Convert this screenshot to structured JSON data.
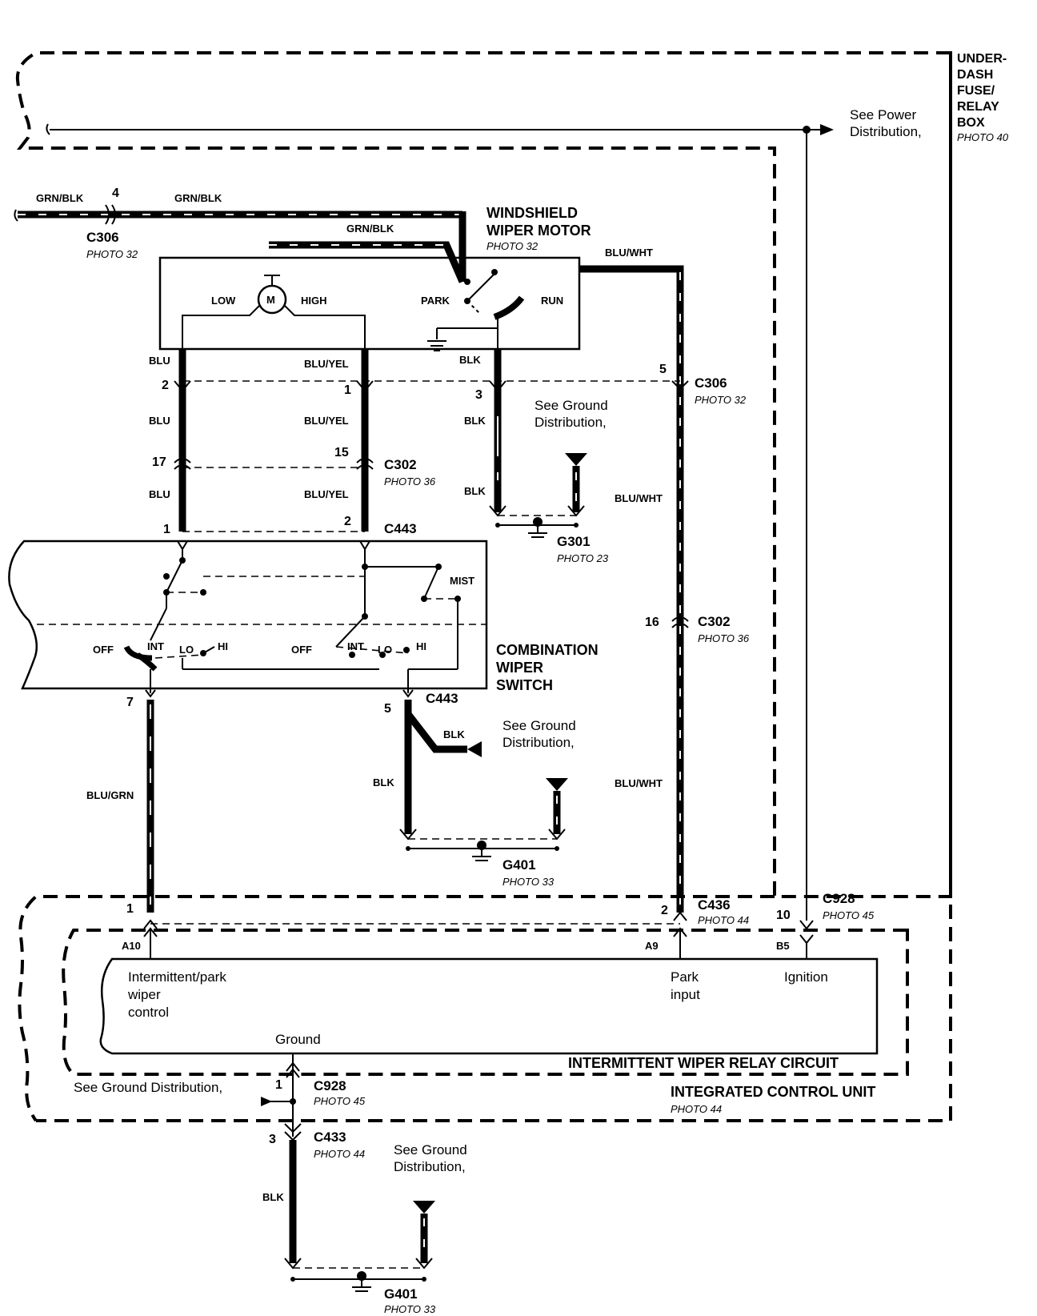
{
  "fuse_box": {
    "title_lines": [
      "UNDER-",
      "DASH",
      "FUSE/",
      "RELAY",
      "BOX"
    ],
    "photo": "PHOTO 40",
    "see_power_lines": [
      "See Power",
      "Distribution,"
    ]
  },
  "motor": {
    "title_lines": [
      "WINDSHIELD",
      "WIPER MOTOR"
    ],
    "photo": "PHOTO 32",
    "low": "LOW",
    "high": "HIGH",
    "m": "M",
    "park": "PARK",
    "run": "RUN"
  },
  "wires": {
    "grn_blk": "GRN/BLK",
    "blu_wht": "BLU/WHT",
    "blu": "BLU",
    "blu_yel": "BLU/YEL",
    "blk": "BLK",
    "blu_grn": "BLU/GRN"
  },
  "connectors": {
    "c306": "C306",
    "c302": "C302",
    "c443": "C443",
    "c436": "C436",
    "c928": "C928",
    "c433": "C433",
    "photo_32": "PHOTO 32",
    "photo_36": "PHOTO 36",
    "photo_44": "PHOTO 44",
    "photo_45": "PHOTO 45"
  },
  "pins": {
    "p4": "4",
    "p2": "2",
    "p1": "1",
    "p3": "3",
    "p5": "5",
    "p17": "17",
    "p15": "15",
    "p16": "16",
    "p7": "7",
    "p10": "10"
  },
  "grounds": {
    "g301": "G301",
    "g401": "G401",
    "photo_23": "PHOTO 23",
    "photo_33": "PHOTO 33",
    "see_ground_lines": [
      "See Ground",
      "Distribution,"
    ],
    "see_ground_inline": "See Ground Distribution,"
  },
  "switch": {
    "title_lines": [
      "COMBINATION",
      "WIPER",
      "SWITCH"
    ],
    "mist": "MIST",
    "off": "OFF",
    "int": "INT",
    "lo": "LO",
    "hi": "HI"
  },
  "icu": {
    "relay_title": "INTERMITTENT WIPER RELAY CIRCUIT",
    "unit_title": "INTEGRATED CONTROL UNIT",
    "unit_photo": "PHOTO 44",
    "a10": "A10",
    "a9": "A9",
    "b5": "B5",
    "intermittent_lines": [
      "Intermittent/park",
      "wiper",
      "control"
    ],
    "park_lines": [
      "Park",
      "input"
    ],
    "ignition": "Ignition",
    "ground": "Ground"
  }
}
